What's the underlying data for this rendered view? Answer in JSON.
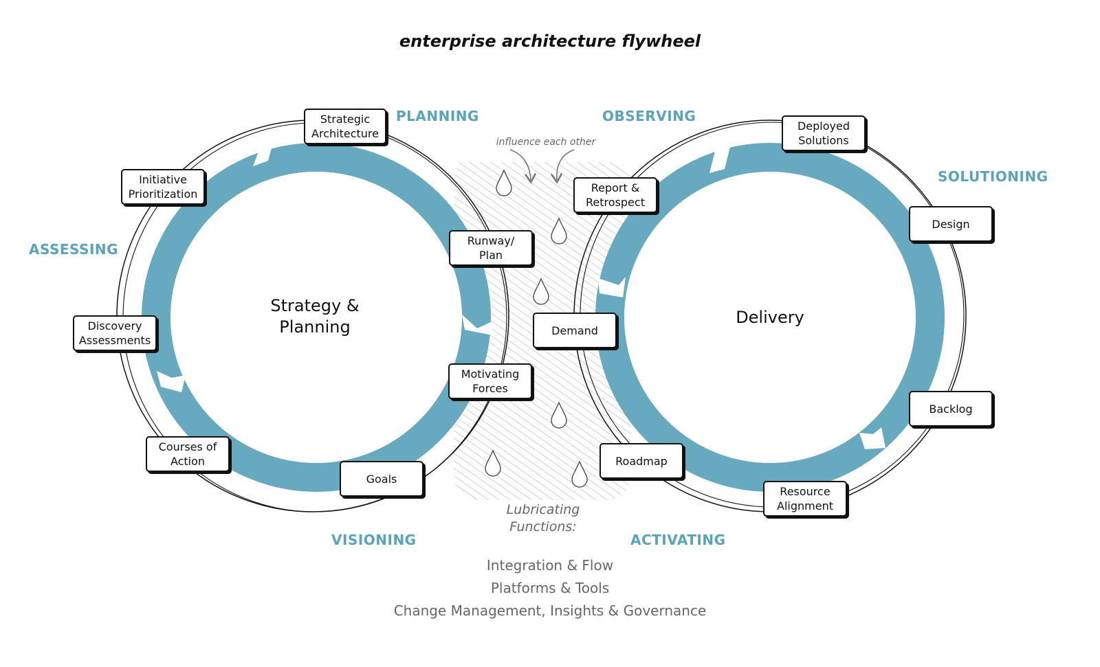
{
  "title": "enterprise architecture flywheel",
  "colors": {
    "ring": "#67a9be",
    "phase_text": "#5aa3b8",
    "ink": "#111111",
    "muted": "#666666"
  },
  "left_wheel": {
    "center_label": "Strategy &\nPlanning",
    "nodes": {
      "strategic_architecture": "Strategic\nArchitecture",
      "initiative_prioritization": "Initiative\nPrioritization",
      "discovery_assessments": "Discovery\nAssessments",
      "courses_of_action": "Courses of\nAction",
      "goals": "Goals",
      "motivating_forces": "Motivating\nForces",
      "runway_plan": "Runway/\nPlan"
    }
  },
  "right_wheel": {
    "center_label": "Delivery",
    "nodes": {
      "deployed_solutions": "Deployed\nSolutions",
      "design": "Design",
      "backlog": "Backlog",
      "resource_alignment": "Resource\nAlignment",
      "roadmap": "Roadmap",
      "demand": "Demand",
      "report_retrospect": "Report &\nRetrospect"
    }
  },
  "phases": {
    "planning": "PLANNING",
    "observing": "OBSERVING",
    "solutioning": "SOLUTIONING",
    "assessing": "ASSESSING",
    "visioning": "VISIONING",
    "activating": "ACTIVATING"
  },
  "influence_note": "influence each other",
  "lubricating_label": "Lubricating\nFunctions:",
  "functions": [
    "Integration & Flow",
    "Platforms & Tools",
    "Change Management, Insights & Governance"
  ]
}
